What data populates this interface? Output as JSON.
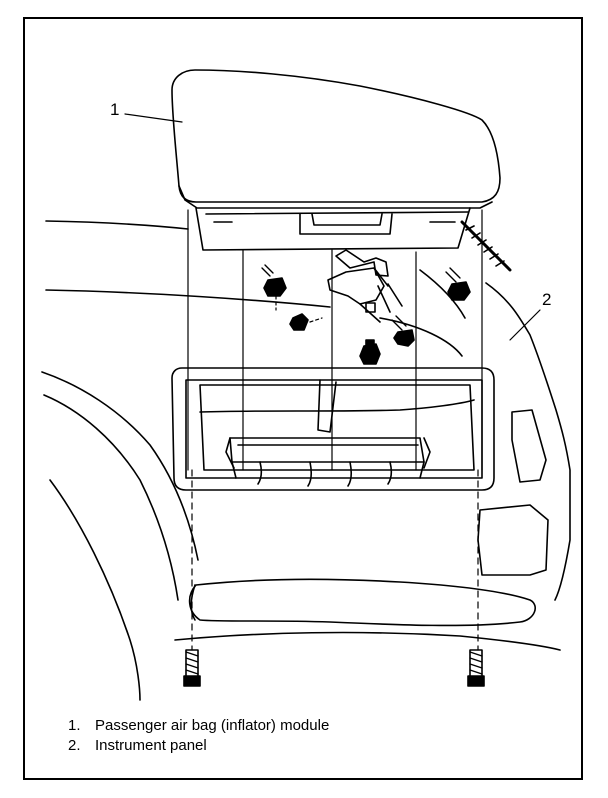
{
  "callouts": [
    {
      "number": "1"
    },
    {
      "number": "2"
    }
  ],
  "legend": [
    {
      "number": "1.",
      "text": "Passenger air bag (inflator) module"
    },
    {
      "number": "2.",
      "text": "Instrument panel"
    }
  ],
  "colors": {
    "ink": "#000000",
    "paper": "#ffffff"
  }
}
